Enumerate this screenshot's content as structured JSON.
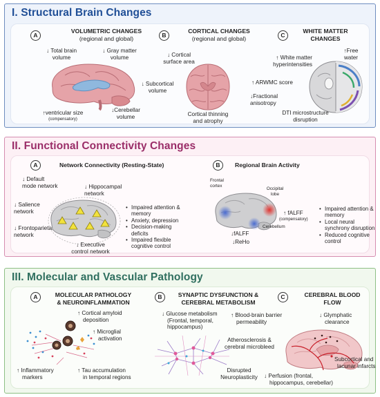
{
  "sections": {
    "structural": {
      "title": "I. Structural Brain Changes",
      "a": {
        "letter": "A",
        "title": "VOLUMETRIC CHANGES",
        "subtitle": "(regional and global)",
        "labels": {
          "total": [
            "↓ Total brain",
            "volume"
          ],
          "gray": [
            "↓ Gray matter",
            "volume"
          ],
          "ventricular": "↑ventricular size",
          "compensatory": "(compensatory)",
          "cerebellar": [
            "↓Cerebellar",
            "volume"
          ]
        }
      },
      "b": {
        "letter": "B",
        "title": "CORTICAL CHANGES",
        "subtitle": "(regional and global)",
        "labels": {
          "surface": [
            "↓ Cortical",
            "surface area"
          ],
          "subcortical": [
            "↓ Subcortical",
            "volume"
          ],
          "thinning": [
            "Cortical thinning",
            "and atrophy"
          ]
        }
      },
      "c": {
        "letter": "C",
        "title": [
          "WHITE MATTER",
          "CHANGES"
        ],
        "labels": {
          "wmh": [
            "↑ White matter",
            "hyperintensities"
          ],
          "arwmc": "↑ ARWMC score",
          "fa": [
            "↓Fractional",
            "anisotropy"
          ],
          "free": [
            "↑Free",
            "water"
          ],
          "dti": [
            "DTI microstructure",
            "disruption"
          ]
        }
      }
    },
    "functional": {
      "title": "II. Functional Connectivity Changes",
      "a": {
        "letter": "A",
        "title": "Network Connectivity (Resting-State)",
        "labels": {
          "dmn": [
            "↓ Default",
            "mode network"
          ],
          "hippo": [
            "↓ Hippocampal",
            "network"
          ],
          "salience": [
            "↓ Salience",
            "network"
          ],
          "fronto": [
            "↓ Frontoparietal",
            "network"
          ],
          "executive": [
            "↓ Executive",
            "control network"
          ]
        },
        "bullets": [
          "Impaired attention &",
          "memory",
          "Anxiety, depression",
          "Decision-making",
          "deficits",
          "Impaired flexible",
          "cognitive control"
        ]
      },
      "b": {
        "letter": "B",
        "title": "Regional Brain Activity",
        "labels": {
          "frontal": [
            "Frontal",
            "cortex"
          ],
          "occipital": [
            "Occipital",
            "lobe"
          ],
          "falff_up": "↑ fALFF",
          "compensatory": "(compensatory)",
          "cerebellum": "Cerebellum",
          "falff_down": "↓fALFF",
          "reho": "↓ReHo"
        },
        "bullets": [
          "Impaired attention &",
          "memory",
          "Local neural",
          "synchrony disruption",
          "Reduced cognitive",
          "control"
        ]
      }
    },
    "molecular": {
      "title": "III. Molecular and Vascular Pathology",
      "a": {
        "letter": "A",
        "title": [
          "MOLECULAR PATHOLOGY",
          "& NEUROINFLAMMATION"
        ],
        "labels": {
          "amyloid": [
            "↑ Cortical amyloid",
            "deposition"
          ],
          "microglial": [
            "↑ Microglial",
            "activation"
          ],
          "inflammatory": [
            "↑ Inflammatory",
            "markers"
          ],
          "tau": [
            "↑ Tau accumulation",
            "in temporal regions"
          ]
        }
      },
      "b": {
        "letter": "B",
        "title": [
          "SYNAPTIC DYSFUNCTION &",
          "CEREBRAL METABOLISM"
        ],
        "labels": {
          "glucose": [
            "↓ Glucose metabolism",
            "(Frontal, temporal,",
            "hippocampus)"
          ],
          "neuro": [
            "Disrupted",
            "Neuroplasticity"
          ]
        }
      },
      "c": {
        "letter": "C",
        "title": [
          "CEREBRAL BLOOD",
          "FLOW"
        ],
        "labels": {
          "bbb": [
            "↑ Blood-brain barrier",
            "permeability"
          ],
          "glymphatic": [
            "↓ Glymphatic",
            "clearance"
          ],
          "athero": [
            "Atherosclerosis &",
            "cerebral microbleed"
          ],
          "perfusion": [
            "↓ Perfusion (frontal,",
            "hippocampus, cerebellar)"
          ],
          "infarcts": [
            "Subcortical and",
            "lacunar infarcts"
          ]
        }
      }
    }
  },
  "colors": {
    "sec1_title": "#1f4e96",
    "sec2_title": "#9a2d68",
    "sec3_title": "#2f6f5f",
    "brain_pink": "#e5a3a8",
    "brain_gray": "#cfcfd1",
    "ventricle_blue": "#8fb8de",
    "network_yellow": "#f2e23c"
  }
}
